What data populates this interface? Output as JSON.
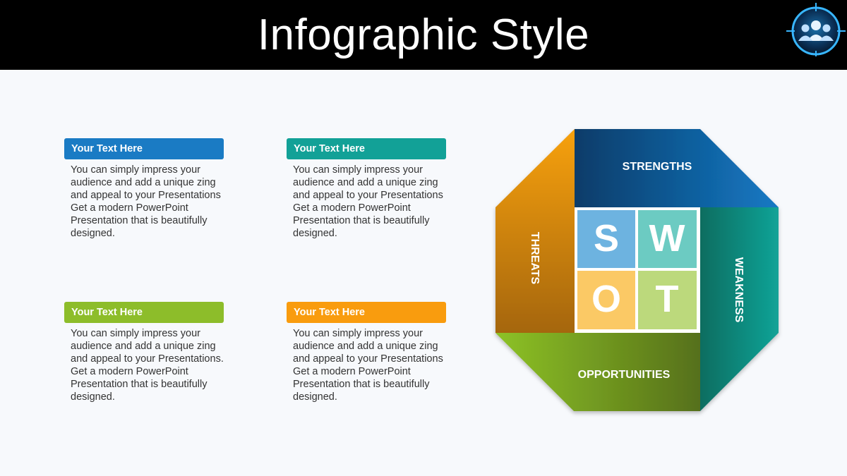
{
  "header": {
    "title": "Infographic Style"
  },
  "cards": [
    {
      "title": "Your Text  Here",
      "color": "#1a7bc4",
      "body": "You can simply impress your audience and add a unique zing and appeal to your Presentations Get a modern PowerPoint  Presentation that is beautifully designed."
    },
    {
      "title": "Your Text  Here",
      "color": "#12a197",
      "body": "You can simply impress your audience and add a unique zing and appeal to your Presentations Get a modern PowerPoint  Presentation that is beautifully designed."
    },
    {
      "title": "Your Text  Here",
      "color": "#8dbd2a",
      "body": "You can simply impress your audience and add a unique zing and appeal to your Presentations. Get a modern PowerPoint  Presentation that is beautifully designed."
    },
    {
      "title": "Your Text  Here",
      "color": "#f99c0e",
      "body": "You can simply impress your audience and add a unique zing and appeal to your Presentations Get a modern PowerPoint  Presentation that is beautifully designed."
    }
  ],
  "swot": {
    "strengths": "STRENGTHS",
    "weakness": "WEAKNESS",
    "opportunities": "OPPORTUNITIES",
    "threats": "THREATS",
    "letters": {
      "s": "S",
      "w": "W",
      "o": "O",
      "t": "T"
    },
    "colors": {
      "strengths": "#0e6fb4",
      "weakness": "#0c9a8e",
      "opportunities": "#7fae22",
      "threats": "#f09a10",
      "s_tile": "#6db3e0",
      "w_tile": "#6ccbc2",
      "o_tile": "#fbc965",
      "t_tile": "#bcd97c"
    }
  }
}
